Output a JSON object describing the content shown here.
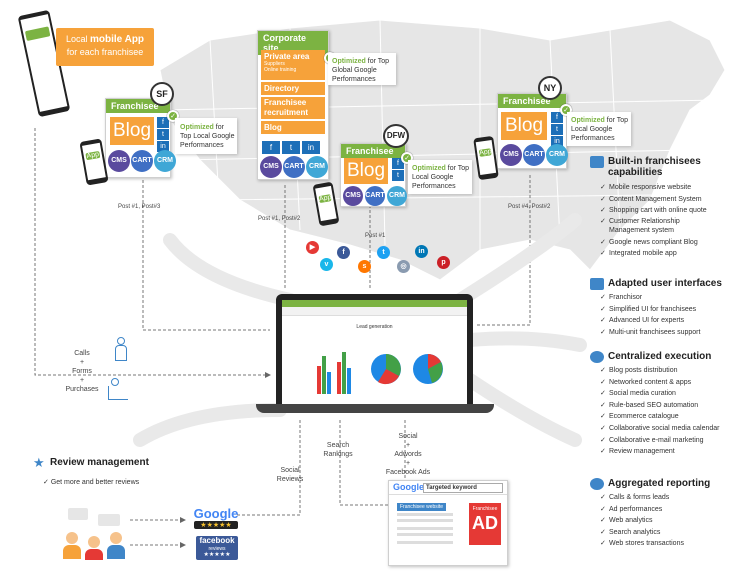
{
  "app_bubble": {
    "line1_prefix": "Local ",
    "line1_bold": "mobile App",
    "line2": "for each franchisee"
  },
  "corporate": {
    "header": "Corporate site",
    "private_area": "Private area",
    "private_items": [
      "Suppliers",
      "Online training"
    ],
    "directory": "Directory",
    "recruitment": "Franchisee recruitment",
    "blog": "Blog",
    "opt_bold": "Optimized",
    "opt_rest": " for Top Global Google Performances"
  },
  "franchisees": [
    {
      "city": "SF",
      "header": "Franchisee",
      "blog": "Blog",
      "opt_bold": "Optimized",
      "opt_rest": " for Top Local Google Performances"
    },
    {
      "city": "DFW",
      "header": "Franchisee",
      "blog": "Blog",
      "opt_bold": "Optimized",
      "opt_rest": " for Top Local Google Performances"
    },
    {
      "city": "NY",
      "header": "Franchisee",
      "blog": "Blog",
      "opt_bold": "Optimized",
      "opt_rest": " for Top Local Google Performances"
    }
  ],
  "modules": {
    "cms": "CMS",
    "cart": "CART",
    "crm": "CRM"
  },
  "phone_app": "App",
  "posts": {
    "sf": "Post #1, Post#3",
    "corp": "Post #1, Post#2",
    "dfw": "Post #1",
    "ny": "Post #4, Post#2"
  },
  "calls": [
    "Calls",
    "+",
    "Forms",
    "+",
    "Purchases"
  ],
  "laptop": {
    "title": "Lead generation"
  },
  "review": {
    "title": "Review management",
    "items": [
      "Get more and better reviews"
    ]
  },
  "social_reviews": [
    "Social",
    "Reviews"
  ],
  "search_rankings": [
    "Search",
    "Rankings"
  ],
  "social_ads": [
    "Social",
    "+",
    "Adwords",
    "+",
    "Facebook Ads"
  ],
  "google_logo": "Google",
  "facebook_logo": "facebook",
  "facebook_sub": "reviews",
  "serp": {
    "logo": "Google",
    "keyword": "Targeted keyword",
    "result": "Franchisee website",
    "ad_label": "Franchisee",
    "ad_text": "AD"
  },
  "sections": [
    {
      "title": "Built-in franchisees capabilities",
      "items": [
        "Mobile responsive website",
        "Content Management System",
        "Shopping cart with online quote",
        "Customer Relationship Management system",
        "Google news compliant Blog",
        "Integrated mobile app"
      ]
    },
    {
      "title": "Adapted user interfaces",
      "items": [
        "Franchisor",
        "Simplified UI for franchisees",
        "Advanced UI for experts",
        "Multi-unit franchisees support"
      ]
    },
    {
      "title": "Centralized execution",
      "items": [
        "Blog posts distribution",
        "Networked content & apps",
        "Social media curation",
        "Rule-based SEO automation",
        "Ecommerce catalogue",
        "Collaborative social media calendar",
        "Collaborative e-mail marketing",
        "Review management"
      ]
    },
    {
      "title": "Aggregated reporting",
      "items": [
        "Calls & forms leads",
        "Ad performances",
        "Web analytics",
        "Search analytics",
        "Web stores transactions"
      ]
    }
  ],
  "colors": {
    "green": "#7cb342",
    "orange": "#f6a23a",
    "blue": "#3f86c8"
  }
}
